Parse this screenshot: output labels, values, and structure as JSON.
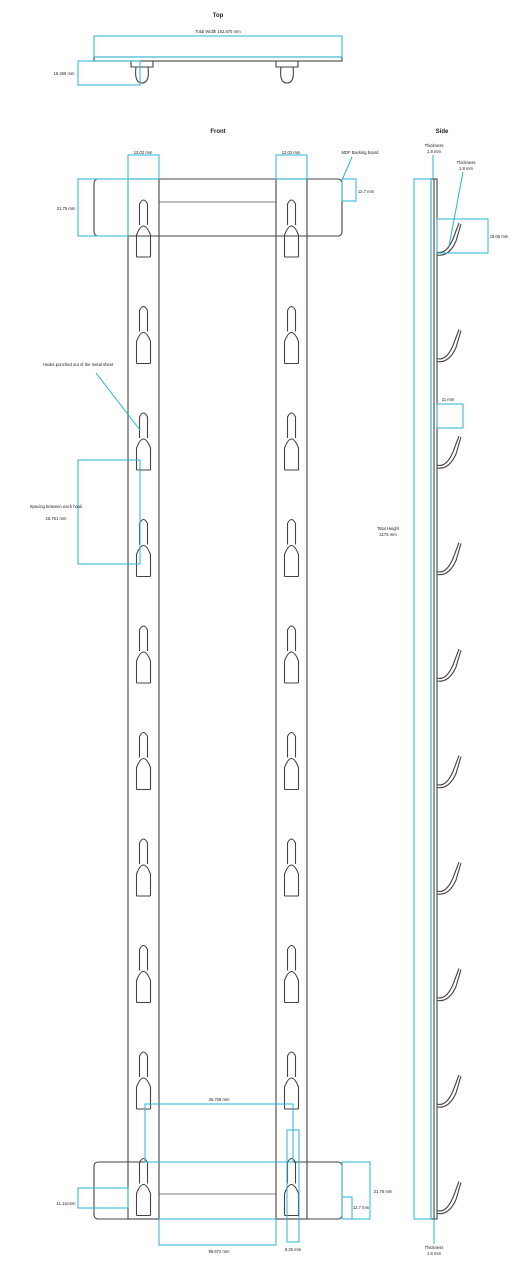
{
  "views": {
    "top": "Top",
    "front": "Front",
    "side": "Side"
  },
  "dimensions": {
    "total_width": "Total Width 162.675 mm",
    "top_hook_depth": "16.269 mm",
    "front_strip_width_left": "13.02 mm",
    "front_strip_width_right": "13.02 mm",
    "mdf_backer": "MDF Backing board",
    "top_bar_height": "21.75 mm",
    "top_bar_edge": "12.7 mm",
    "hooks_punched": "Hooks punched out of the metal sheet",
    "spacing": "Spacing between each hook",
    "spacing_value": "25.751 mm",
    "hook_span": "46.709 mm",
    "bottom_edge_left": "11.1xcmm",
    "bottom_bar_height": "21.75 mm",
    "bottom_edge_right": "12.7 mm",
    "inner_width": "95.672 mm",
    "bottom_small": "8.25 mm",
    "side_thickness": "Thickness",
    "side_thickness_value": "1.8 mm",
    "hook_thickness": "Thickness",
    "hook_thickness_value": "1.8 mm",
    "hook_depth_side": "19.05 mm",
    "hook_gap_side": "11 mm",
    "total_height": "Total Height",
    "total_height_value": "3175 mm",
    "bottom_thickness": "Thickness",
    "bottom_thickness_value": "1.8 mm"
  },
  "hook_rows": 10,
  "colors": {
    "outline": "#444444",
    "dimension": "#29b6d6"
  }
}
